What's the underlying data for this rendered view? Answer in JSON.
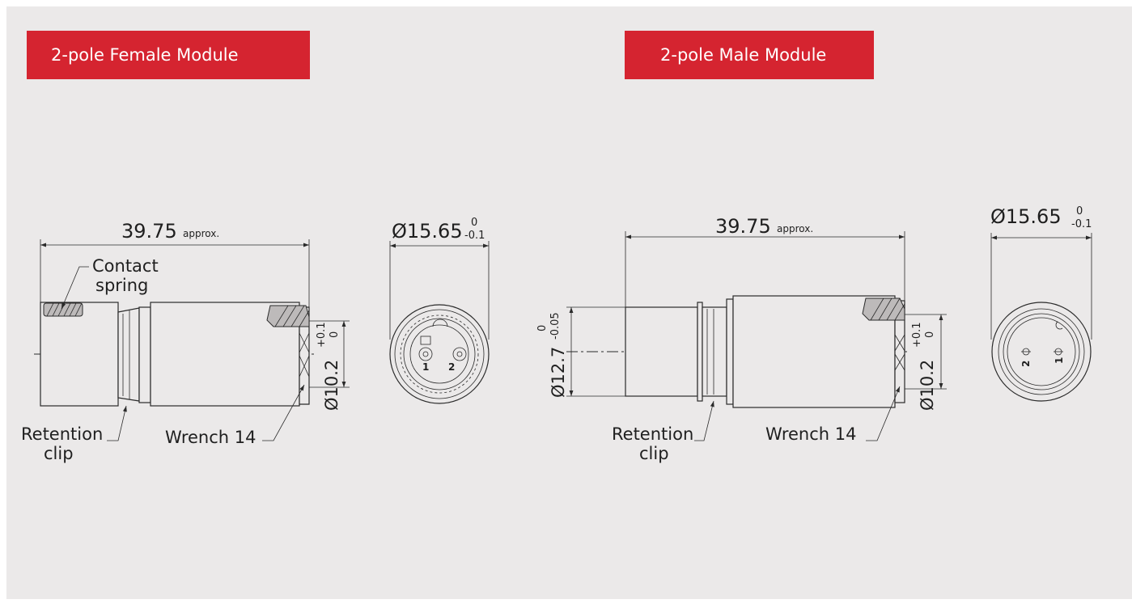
{
  "female": {
    "title": "2-pole Female Module",
    "length_value": "39.75",
    "length_note": "approx.",
    "label_contact_line1": "Contact",
    "label_contact_line2": "spring",
    "label_retention_line1": "Retention",
    "label_retention_line2": "clip",
    "label_wrench": "Wrench 14",
    "thread_diameter": "Ø10.2",
    "thread_tol_upper": "+0.1",
    "thread_tol_lower": "0",
    "front_diameter": "Ø15.65",
    "front_tol_upper": "0",
    "front_tol_lower": "-0.1",
    "pin1": "1",
    "pin2": "2"
  },
  "male": {
    "title": "2-pole Male Module",
    "length_value": "39.75",
    "length_note": "approx.",
    "label_retention_line1": "Retention",
    "label_retention_line2": "clip",
    "label_wrench": "Wrench 14",
    "body_diameter": "Ø12.7",
    "body_tol_upper": "0",
    "body_tol_lower": "-0.05",
    "thread_diameter": "Ø10.2",
    "thread_tol_upper": "+0.1",
    "thread_tol_lower": "0",
    "front_diameter": "Ø15.65",
    "front_tol_upper": "0",
    "front_tol_lower": "-0.1",
    "pin1": "1",
    "pin2": "2"
  },
  "colors": {
    "accent": "#d52430",
    "background": "#ebe9e9",
    "ink": "#2a2a2a"
  }
}
